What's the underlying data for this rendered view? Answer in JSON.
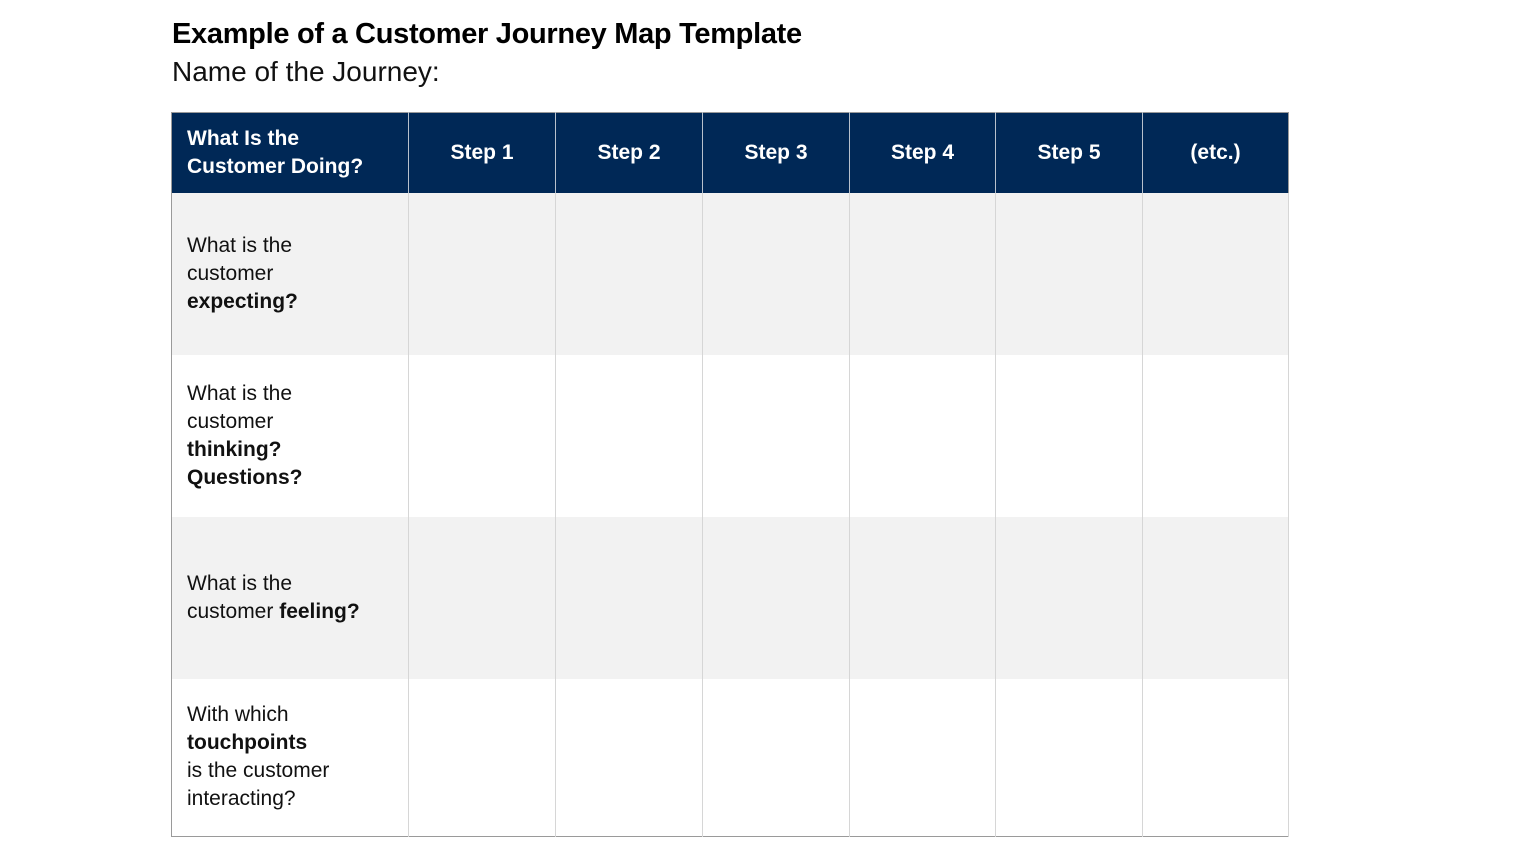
{
  "title": "Example of a Customer Journey Map Template",
  "subtitle": "Name of the Journey:",
  "colors": {
    "header_bg": "#002856",
    "shaded_row": "#f2f2f2"
  },
  "header": {
    "first": [
      "What Is the",
      "Customer Doing?"
    ],
    "steps": [
      "Step 1",
      "Step 2",
      "Step 3",
      "Step 4",
      "Step 5",
      "(etc.)"
    ]
  },
  "rows": [
    {
      "lines": [
        [
          "What is the"
        ],
        [
          "customer"
        ],
        [
          "",
          "expecting?"
        ]
      ]
    },
    {
      "lines": [
        [
          "What is the"
        ],
        [
          "customer"
        ],
        [
          "",
          "thinking?"
        ],
        [
          "",
          "Questions?"
        ]
      ]
    },
    {
      "lines": [
        [
          "What is the"
        ],
        [
          "customer ",
          "feeling?"
        ]
      ]
    },
    {
      "lines": [
        [
          "With which"
        ],
        [
          "",
          "touchpoints"
        ],
        [
          "is the customer"
        ],
        [
          "interacting?"
        ]
      ]
    }
  ]
}
